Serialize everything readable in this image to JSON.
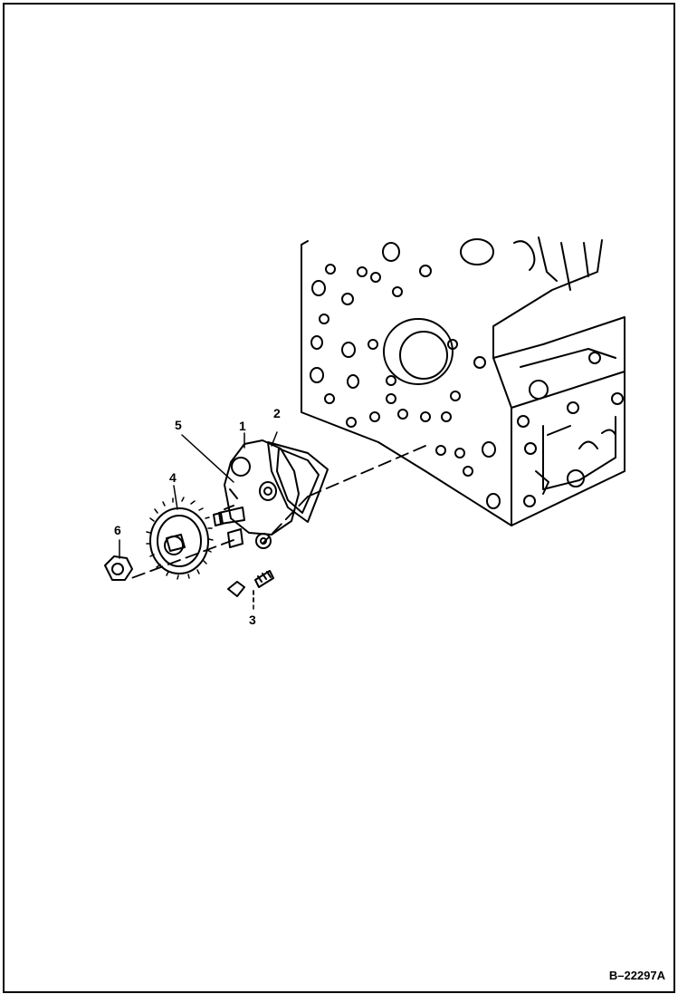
{
  "callouts": {
    "c1": "1",
    "c2": "2",
    "c3": "3",
    "c4": "4",
    "c5": "5",
    "c6": "6"
  },
  "figure_id": "B–22297A"
}
